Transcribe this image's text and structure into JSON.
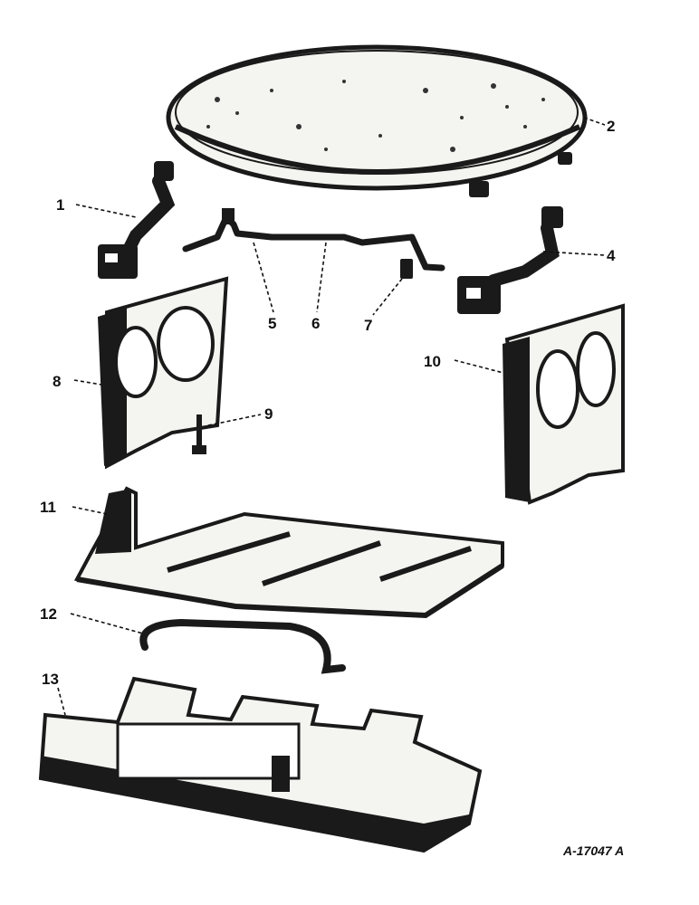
{
  "figure": {
    "reference": "A-17047 A"
  },
  "callouts": [
    {
      "id": "1",
      "label": "1"
    },
    {
      "id": "2",
      "label": "2"
    },
    {
      "id": "4",
      "label": "4"
    },
    {
      "id": "5",
      "label": "5"
    },
    {
      "id": "6",
      "label": "6"
    },
    {
      "id": "7",
      "label": "7"
    },
    {
      "id": "8",
      "label": "8"
    },
    {
      "id": "9",
      "label": "9"
    },
    {
      "id": "10",
      "label": "10"
    },
    {
      "id": "11",
      "label": "11"
    },
    {
      "id": "12",
      "label": "12"
    },
    {
      "id": "13",
      "label": "13"
    }
  ],
  "colors": {
    "ink": "#1a1a1a",
    "paper": "#ffffff"
  }
}
